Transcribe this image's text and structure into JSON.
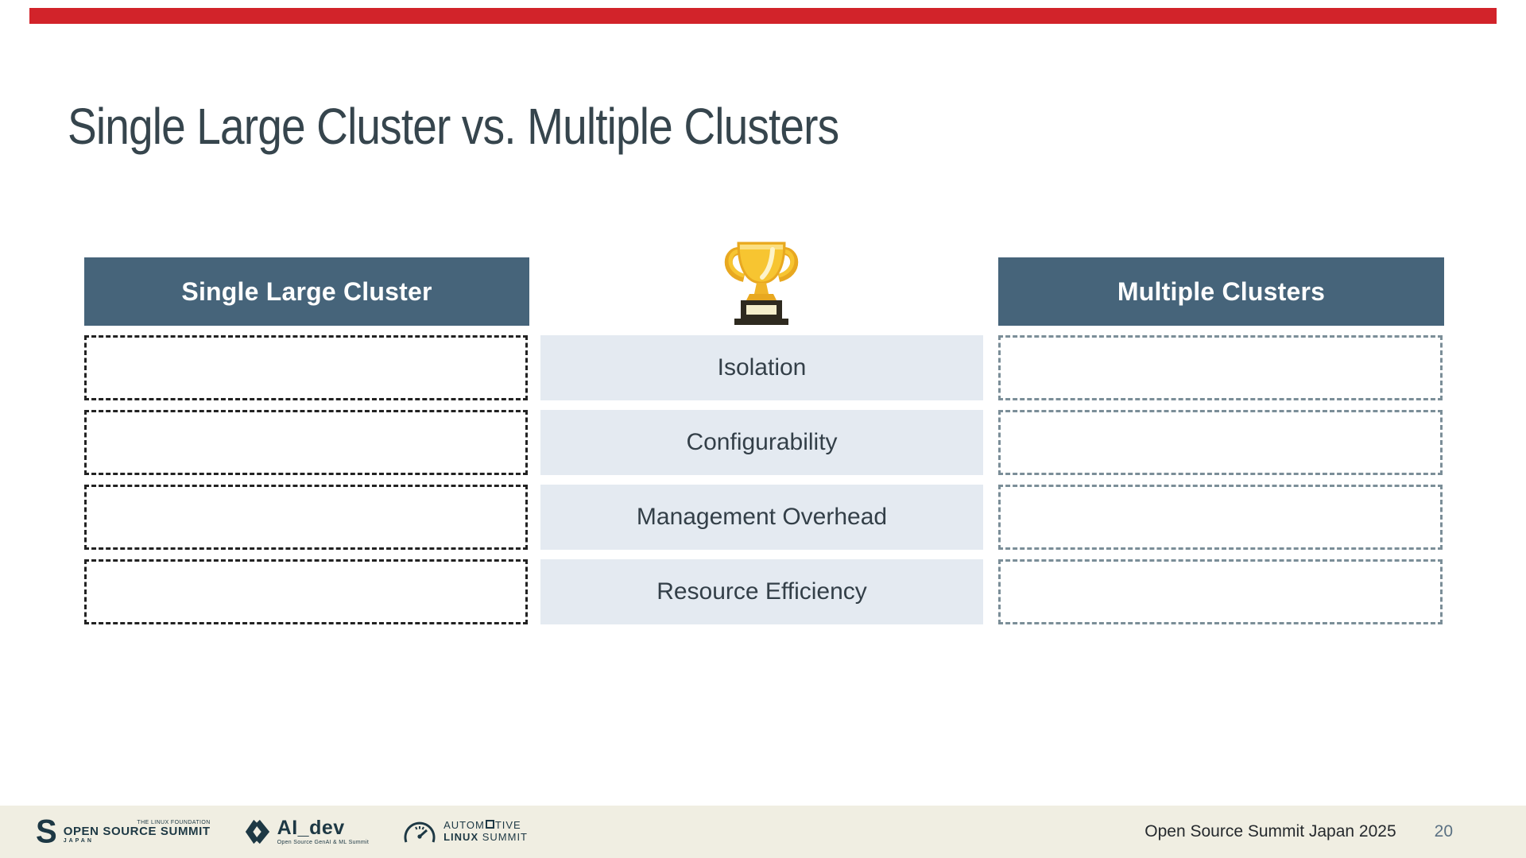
{
  "slide": {
    "title": "Single Large Cluster vs. Multiple Clusters",
    "footer_event": "Open Source Summit Japan 2025",
    "page_number": "20"
  },
  "comparison": {
    "left_header": "Single Large Cluster",
    "right_header": "Multiple Clusters",
    "winner_icon": "trophy-icon",
    "criteria": [
      "Isolation",
      "Configurability",
      "Management Overhead",
      "Resource Efficiency"
    ]
  },
  "footer": {
    "logos": [
      {
        "name": "open-source-summit-japan",
        "top_line": "THE LINUX FOUNDATION",
        "main_line": "OPEN SOURCE SUMMIT",
        "bottom_line": "JAPAN"
      },
      {
        "name": "ai-dev",
        "title": "AI_dev",
        "subtitle": "Open Source GenAI & ML Summit"
      },
      {
        "name": "automotive-linux-summit",
        "line1_pre": "AUTOM",
        "line1_post": "TIVE",
        "line2_bold": "LINUX",
        "line2_rest": " SUMMIT"
      }
    ]
  },
  "colors": {
    "accent_red": "#d2232a",
    "header_blue": "#46647a",
    "criterion_row_bg": "#e4eaf1",
    "title_text": "#36454d",
    "left_dash_border": "#222222",
    "right_dash_border": "#7b8e98",
    "footer_bg": "#f0eee2",
    "footer_logo_ink": "#1d3844",
    "page_number_text": "#5b7183"
  }
}
